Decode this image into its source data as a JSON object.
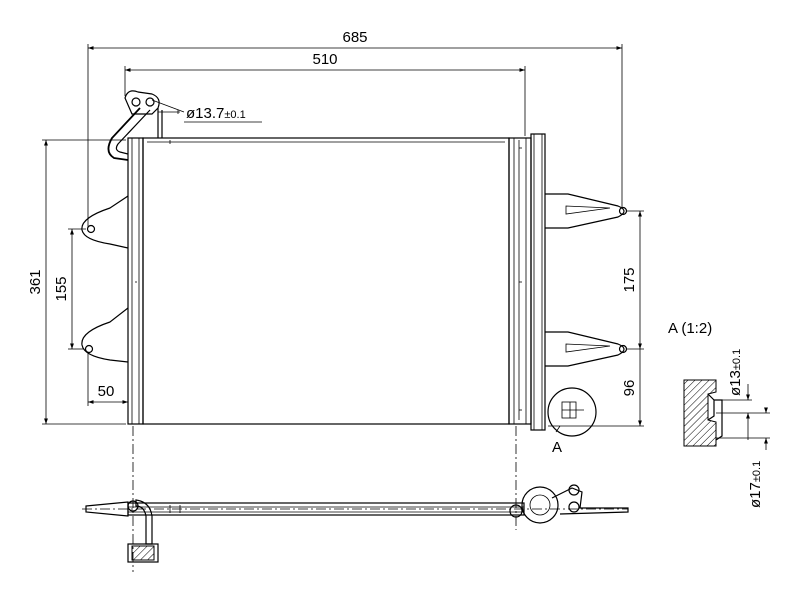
{
  "dimensions": {
    "overall_width": "685",
    "core_width": "510",
    "pipe_diameter_main": "ø13.7",
    "pipe_diameter_main_tol": "±0.1",
    "height_total": "361",
    "bracket_spacing_left": "155",
    "bracket_offset_left": "50",
    "bracket_spacing_right": "175",
    "bracket_offset_right": "96"
  },
  "detail": {
    "marker_label": "A",
    "title": "A (1:2)",
    "diameter_inner": "ø13",
    "diameter_inner_tol": "±0.1",
    "diameter_outer": "ø17",
    "diameter_outer_tol": "±0.1"
  }
}
